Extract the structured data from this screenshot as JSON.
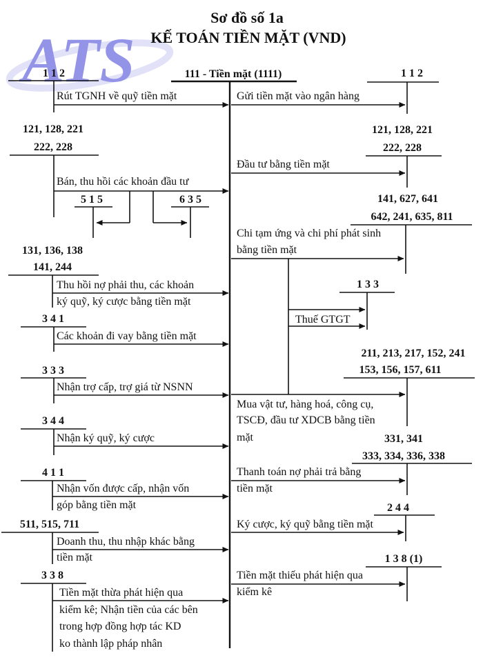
{
  "header": {
    "line1": "Sơ đồ số 1a",
    "line2": "KẾ TOÁN TIỀN MẶT (VND)"
  },
  "logo": {
    "text": "ATS",
    "icon": "ats-logo-watermark",
    "color_primary": "#3b3bd6",
    "color_light": "#c9cbf4"
  },
  "center_account": "111 - Tiền mặt (1111)",
  "left": [
    {
      "id": "l1",
      "lines": [
        "1 1 2"
      ],
      "label": [
        "Rút TGNH về quỹ tiền mặt"
      ]
    },
    {
      "id": "l2",
      "lines": [
        "121, 128, 221",
        "222, 228"
      ],
      "label": [
        "Bán, thu hồi các khoản đầu tư"
      ]
    },
    {
      "id": "l3",
      "lines": [
        "131, 136, 138",
        "141, 244"
      ],
      "label": [
        "Thu hồi nợ phải thu, các khoản",
        "ký quỹ, ký cược bằng tiền mặt"
      ]
    },
    {
      "id": "l4",
      "lines": [
        "3 4 1"
      ],
      "label": [
        "Các khoản đi vay bằng tiền mặt"
      ]
    },
    {
      "id": "l5",
      "lines": [
        "3 3 3"
      ],
      "label": [
        "Nhận trợ cấp, trợ giá từ NSNN"
      ]
    },
    {
      "id": "l6",
      "lines": [
        "3 4 4"
      ],
      "label": [
        "Nhận ký quỹ, ký cược"
      ]
    },
    {
      "id": "l7",
      "lines": [
        "4 1 1"
      ],
      "label": [
        "Nhận vốn được cấp, nhận vốn",
        "góp bằng tiền mặt"
      ]
    },
    {
      "id": "l8",
      "lines": [
        "511, 515, 711"
      ],
      "label": [
        "Doanh thu, thu nhập khác bằng",
        "tiền mặt"
      ]
    },
    {
      "id": "l9",
      "lines": [
        "3 3 8"
      ],
      "label": [
        "Tiền mặt thừa phát hiện qua",
        "kiểm kê; Nhận tiền của các bên",
        "trong hợp đồng hợp tác KD",
        "ko thành lập pháp nhân"
      ]
    }
  ],
  "sub": {
    "a": "5 1 5",
    "b": "6 3 5"
  },
  "right": [
    {
      "id": "r1",
      "lines": [
        "1 1 2"
      ],
      "label": [
        "Gửi tiền mặt vào ngân hàng"
      ]
    },
    {
      "id": "r2",
      "lines": [
        "121, 128, 221",
        "222, 228"
      ],
      "label": [
        "Đầu tư bằng tiền mặt"
      ]
    },
    {
      "id": "r3",
      "lines": [
        "141, 627, 641",
        "642, 241, 635, 811"
      ],
      "label": [
        "Chi tạm ứng và chi phí phát sinh",
        "bằng tiền mặt"
      ]
    },
    {
      "id": "r4",
      "lines": [
        "1 3 3"
      ],
      "label": [
        "Thuế GTGT"
      ]
    },
    {
      "id": "r5",
      "lines": [
        "211, 213, 217, 152, 241",
        "153, 156, 157, 611"
      ],
      "label": [
        "Mua vật tư, hàng hoá, công cụ,",
        "TSCĐ, đầu tư XDCB bằng tiền",
        "mặt"
      ]
    },
    {
      "id": "r6",
      "lines": [
        "331, 341",
        "333, 334, 336, 338"
      ],
      "label": [
        "Thanh toán nợ phải trả bằng",
        "tiền mặt"
      ]
    },
    {
      "id": "r7",
      "lines": [
        "2 4 4"
      ],
      "label": [
        "Ký cược, ký quỹ bằng tiền mặt"
      ]
    },
    {
      "id": "r8",
      "lines": [
        "1 3 8 (1)"
      ],
      "label": [
        "Tiền mặt thiếu phát hiện qua",
        "kiểm kê"
      ]
    }
  ]
}
